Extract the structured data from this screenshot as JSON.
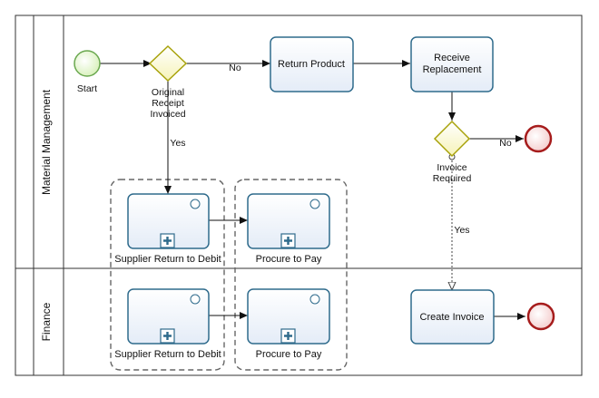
{
  "lanes": [
    {
      "name": "Material Management"
    },
    {
      "name": "Finance"
    }
  ],
  "events": {
    "start": {
      "label": "Start"
    },
    "end_no": {
      "label": ""
    },
    "end_invoice": {
      "label": ""
    }
  },
  "gateways": {
    "original_receipt": {
      "label_lines": [
        "Original",
        "Receipt",
        "Invoiced"
      ]
    },
    "invoice_required": {
      "label_lines": [
        "Invoice",
        "Required"
      ]
    }
  },
  "tasks": {
    "return_product": {
      "label_lines": [
        "Return Product"
      ]
    },
    "receive_replacement": {
      "label_lines": [
        "Receive",
        "Replacement"
      ]
    },
    "create_invoice": {
      "label_lines": [
        "Create Invoice"
      ]
    }
  },
  "subprocesses": {
    "supplier_return_mm": {
      "label": "Supplier Return to Debit"
    },
    "procure_to_pay_mm": {
      "label": "Procure to Pay"
    },
    "supplier_return_fin": {
      "label": "Supplier Return to Debit"
    },
    "procure_to_pay_fin": {
      "label": "Procure to Pay"
    }
  },
  "flow_labels": {
    "gateway1_no": "No",
    "gateway1_yes": "Yes",
    "gateway2_no": "No",
    "gateway2_yes": "Yes"
  },
  "colors": {
    "task_stroke": "#2f6b8c",
    "task_fill": "#eef3fb",
    "start_stroke": "#6aa84f",
    "start_fill": "#e6f5d0",
    "end_stroke": "#a61c1c",
    "end_fill": "#f7d6d6",
    "gateway_stroke": "#a8a20a",
    "gateway_fill": "#fcfbd4",
    "lane_border": "#333333"
  }
}
